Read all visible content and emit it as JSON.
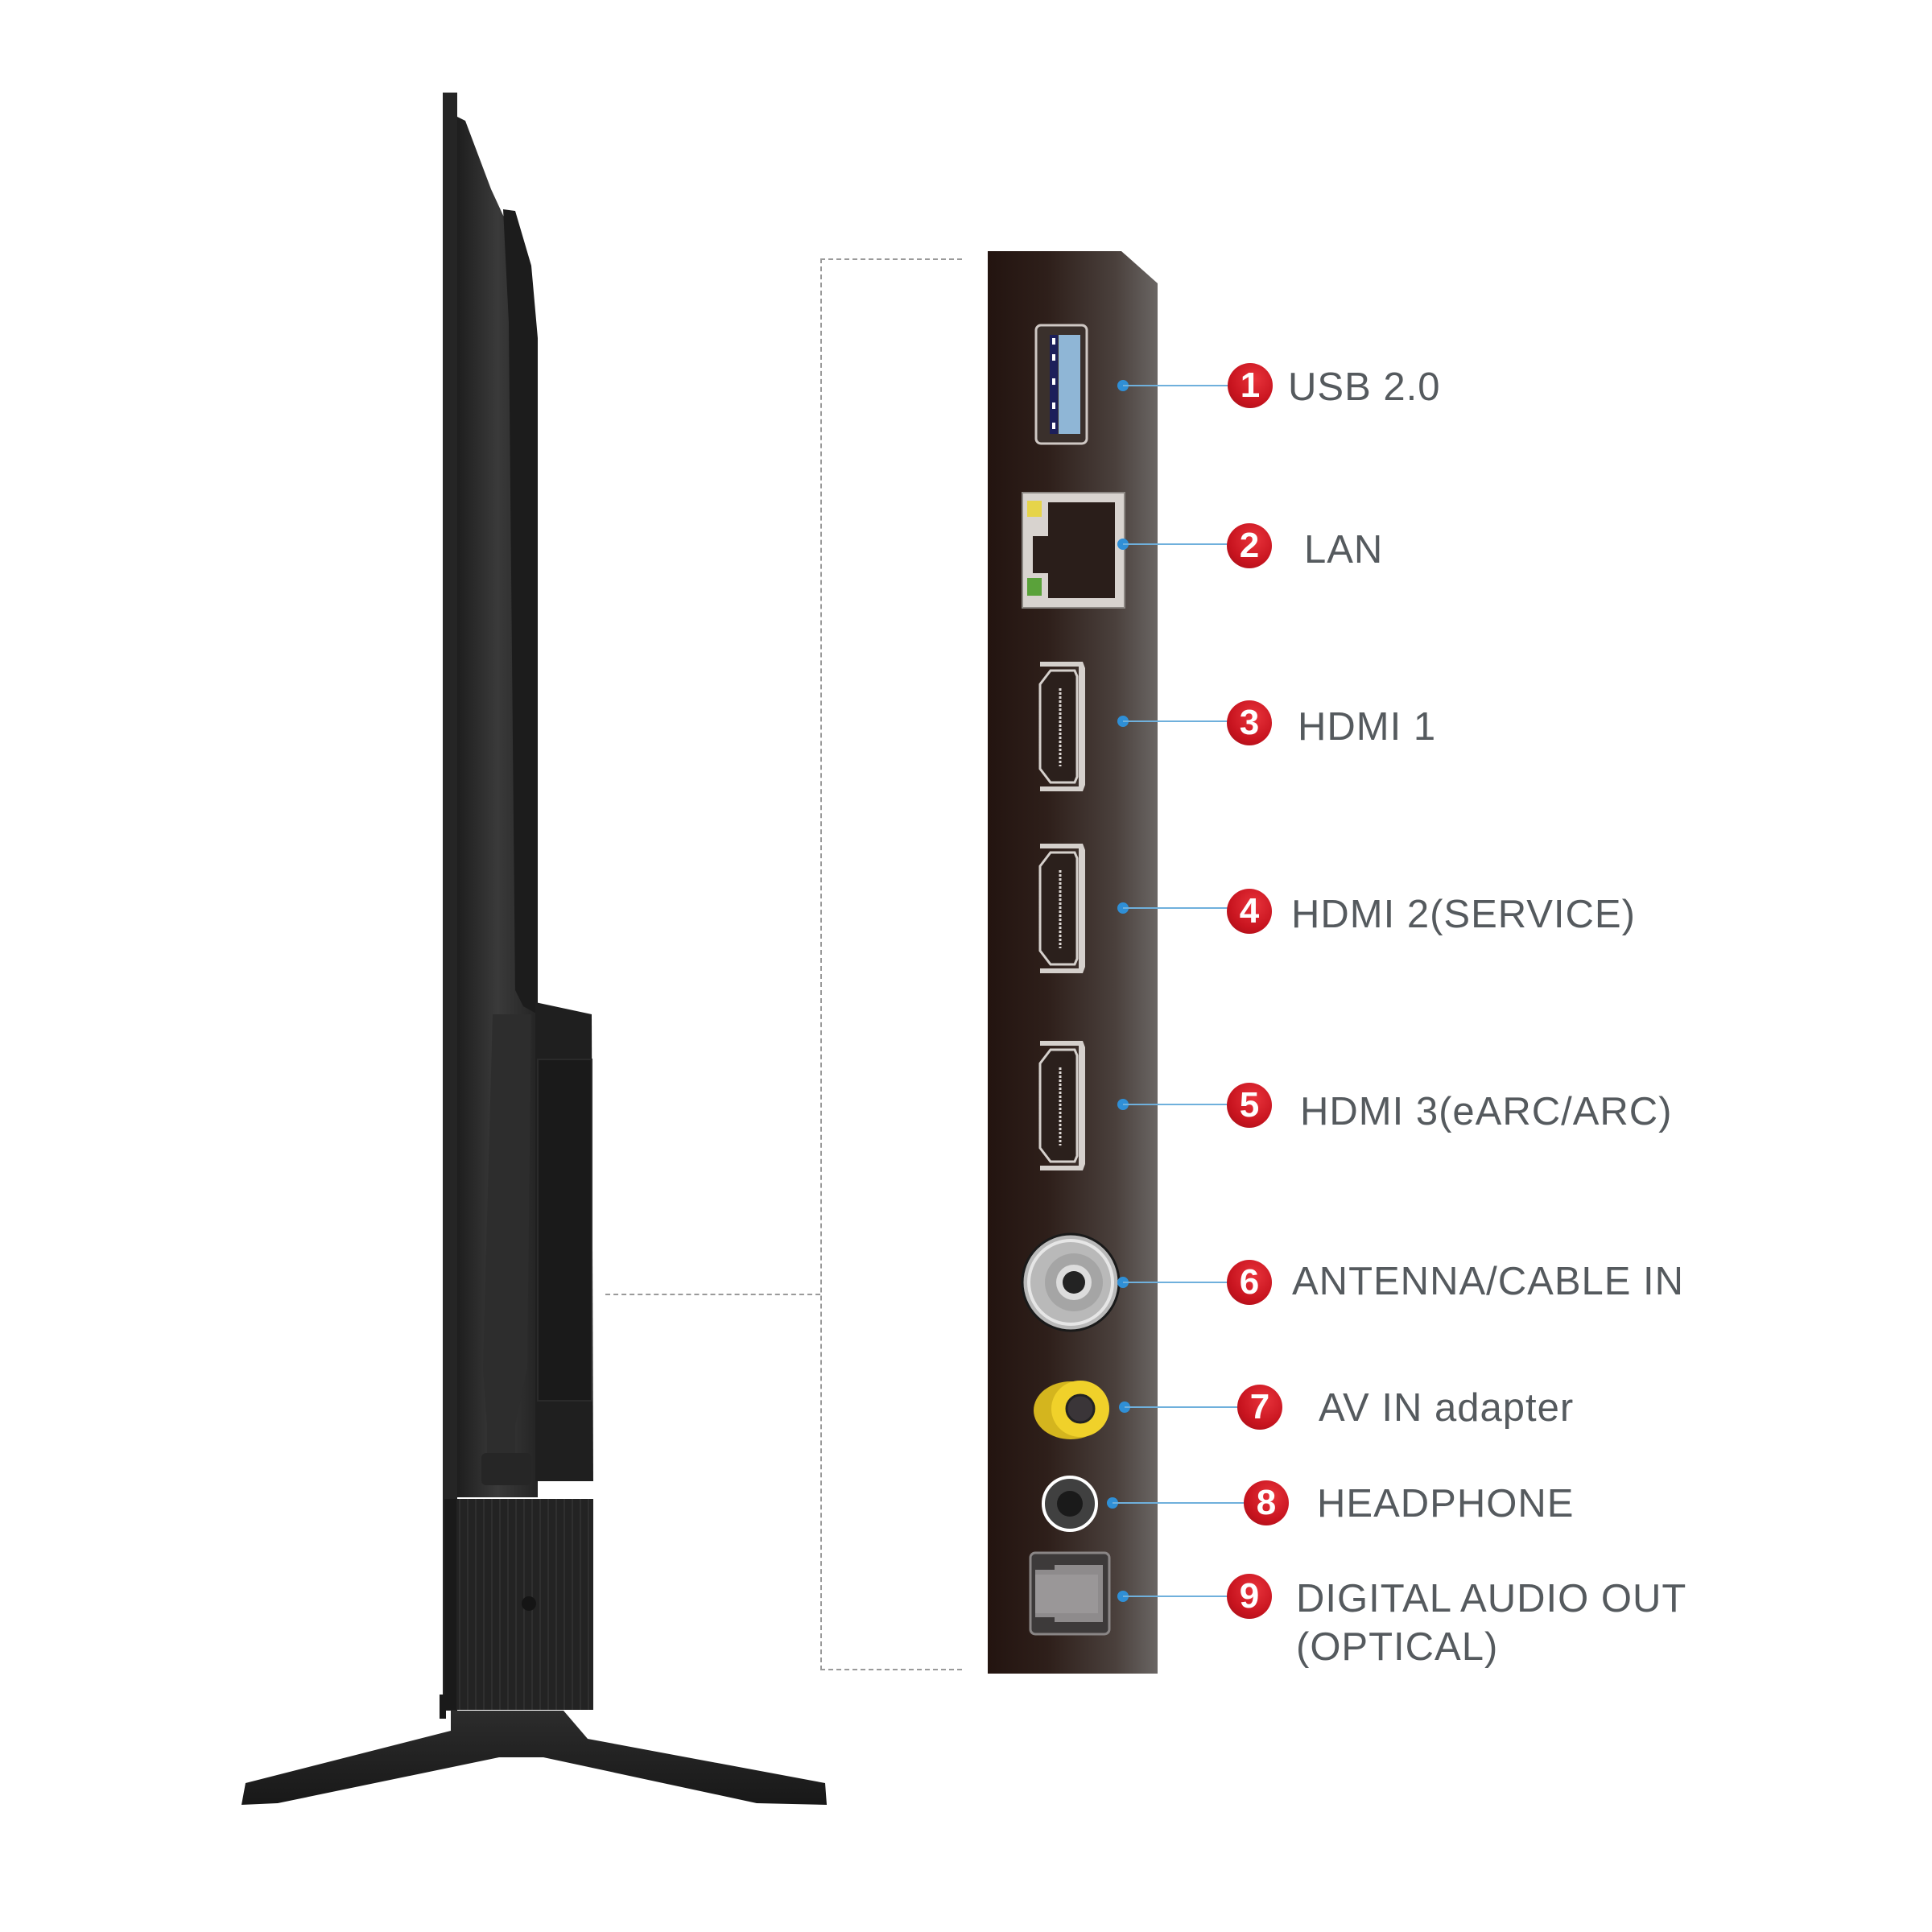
{
  "figure": {
    "subject": "TV side profile with rear connection panel",
    "colors": {
      "badge": "#c8141f",
      "label_text": "#555a5e",
      "leader_line": "#6fb0dc",
      "leader_dot": "#2f8fd6",
      "panel_dark": "#231410",
      "panel_light": "#6a6664",
      "tv_body": "#1f1f1f"
    }
  },
  "ports": [
    {
      "number": "1",
      "label": "USB 2.0",
      "icon": "usb-port-icon"
    },
    {
      "number": "2",
      "label": "LAN",
      "icon": "ethernet-port-icon"
    },
    {
      "number": "3",
      "label": "HDMI 1",
      "icon": "hdmi-port-icon"
    },
    {
      "number": "4",
      "label": "HDMI 2(SERVICE)",
      "icon": "hdmi-port-icon"
    },
    {
      "number": "5",
      "label": "HDMI 3(eARC/ARC)",
      "icon": "hdmi-port-icon"
    },
    {
      "number": "6",
      "label": "ANTENNA/CABLE IN",
      "icon": "coax-port-icon"
    },
    {
      "number": "7",
      "label": "AV IN adapter",
      "icon": "rca-port-icon"
    },
    {
      "number": "8",
      "label": "HEADPHONE",
      "icon": "headphone-jack-icon"
    },
    {
      "number": "9",
      "label": "DIGITAL AUDIO OUT",
      "label_line2": "(OPTICAL)",
      "icon": "optical-port-icon"
    }
  ]
}
